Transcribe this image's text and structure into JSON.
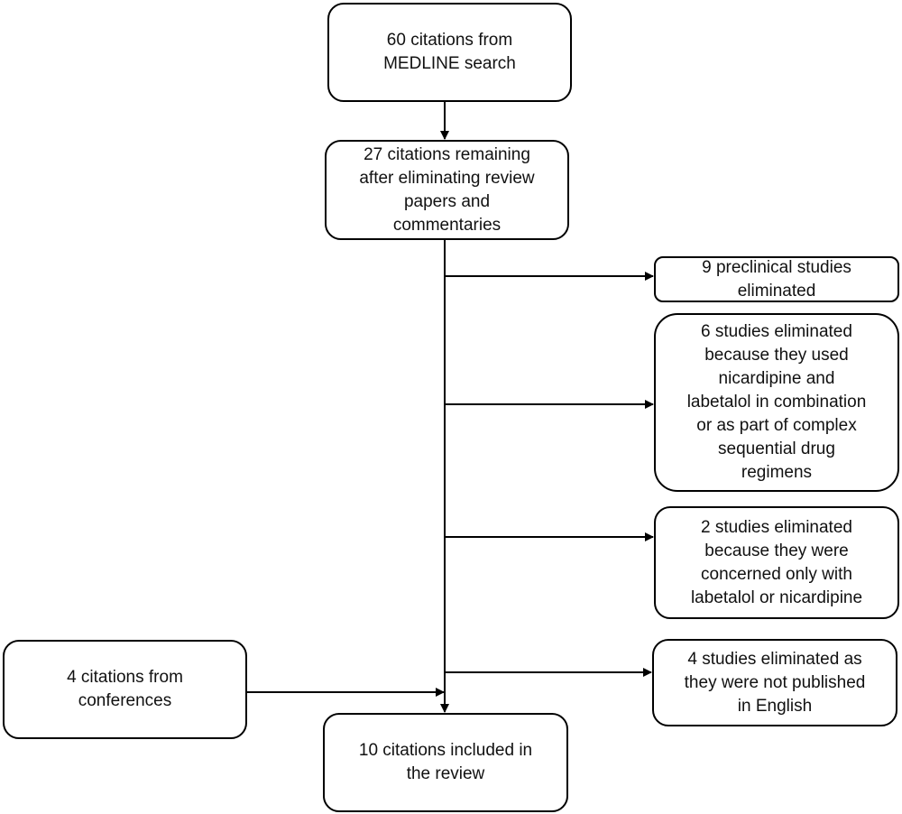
{
  "flowchart": {
    "medline": "60 citations from\nMEDLINE search",
    "remaining": "27 citations remaining\nafter eliminating review\npapers and\ncommentaries",
    "preclinical": "9 preclinical studies\neliminated",
    "combination": "6 studies eliminated\nbecause they used\nnicardipine and\nlabetalol in combination\nor as part of complex\nsequential drug\nregimens",
    "single_drug": "2 studies eliminated\nbecause they were\nconcerned only with\nlabetalol or nicardipine",
    "not_english": "4 studies eliminated as\nthey were not published\nin English",
    "conferences": "4 citations from\nconferences",
    "included": "10 citations included in\nthe review"
  },
  "colors": {
    "stroke": "#000000",
    "text": "#111111",
    "background": "#ffffff"
  }
}
